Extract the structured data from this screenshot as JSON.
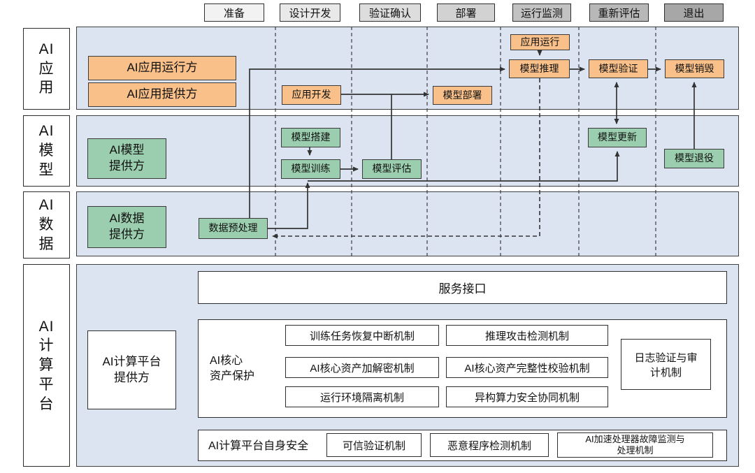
{
  "phases": [
    {
      "label": "准备",
      "fill": "#f2f2f2"
    },
    {
      "label": "设计开发",
      "fill": "#e9e9e9"
    },
    {
      "label": "验证确认",
      "fill": "#dddddd"
    },
    {
      "label": "部署",
      "fill": "#d2d2d2"
    },
    {
      "label": "运行监测",
      "fill": "#c2c2c2"
    },
    {
      "label": "重新评估",
      "fill": "#b8b8b8"
    },
    {
      "label": "退出",
      "fill": "#a7a7a7"
    }
  ],
  "row_labels": {
    "app": "AI\n应\n用",
    "model": "AI\n模\n型",
    "data": "AI\n数\n据",
    "platform": "AI\n计\n算\n平\n台"
  },
  "row_app": {
    "operator": "AI应用运行方",
    "provider": "AI应用提供方",
    "app_dev": "应用开发",
    "model_deploy": "模型部署",
    "app_run": "应用运行",
    "model_inference": "模型推理",
    "model_verify": "模型验证",
    "model_destroy": "模型销毁"
  },
  "row_model": {
    "provider": "AI模型\n提供方",
    "model_build": "模型搭建",
    "model_train": "模型训练",
    "model_eval": "模型评估",
    "model_update": "模型更新",
    "model_retire": "模型退役"
  },
  "row_data": {
    "provider": "AI数据\n提供方",
    "data_preprocess": "数据预处理"
  },
  "platform": {
    "provider": "AI计算平台\n提供方",
    "service_interface": "服务接口",
    "core_protect_label": "AI核心\n资产保护",
    "mechanisms_col1": [
      "训练任务恢复中断机制",
      "AI核心资产加解密机制",
      "运行环境隔离机制"
    ],
    "mechanisms_col2": [
      "推理攻击检测机制",
      "AI核心资产完整性校验机制",
      "异构算力安全协同机制"
    ],
    "log_audit": "日志验证与审\n计机制",
    "self_security_label": "AI计算平台自身安全",
    "self_mechanisms": [
      "可信验证机制",
      "恶意程序检测机制",
      "AI加速处理器故障监测与\n处理机制"
    ]
  },
  "colors": {
    "band_fill": "#dce4f2",
    "orange_fill": "#f9c189",
    "green_fill": "#9bceae",
    "white_fill": "#ffffff",
    "line": "#333333",
    "border": "#3a3a3a"
  }
}
